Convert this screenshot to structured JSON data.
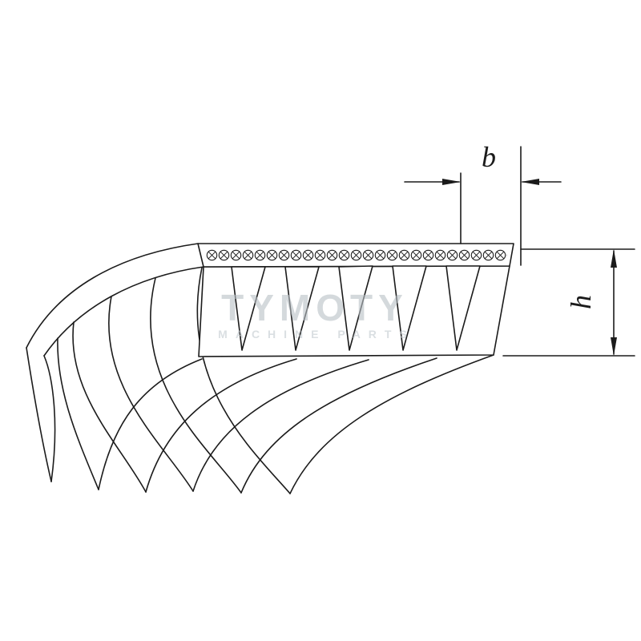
{
  "diagram": {
    "type": "technical-drawing",
    "subject": "poly-v-ribbed-belt-profile",
    "labels": {
      "width_dimension": "b",
      "height_dimension": "h"
    },
    "watermark": {
      "line1": "TYMOTY",
      "line2": "MACHINE PARTS"
    },
    "colors": {
      "line": "#1b1b1b",
      "background": "#ffffff",
      "watermark": "#b9c0c6"
    }
  }
}
